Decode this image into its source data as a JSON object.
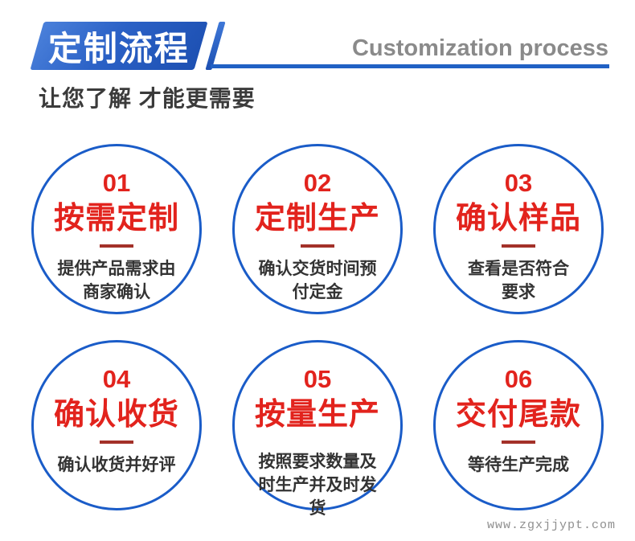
{
  "header": {
    "title": "定制流程",
    "subtitle_en": "Customization process",
    "tagline": "让您了解 才能更需要"
  },
  "steps": [
    {
      "number": "01",
      "title": "按需定制",
      "desc": "提供产品需求由商家确认"
    },
    {
      "number": "02",
      "title": "定制生产",
      "desc": "确认交货时间预付定金"
    },
    {
      "number": "03",
      "title": "确认样品",
      "desc": "查看是否符合要求"
    },
    {
      "number": "04",
      "title": "确认收货",
      "desc": "确认收货并好评"
    },
    {
      "number": "05",
      "title": "按量生产",
      "desc": "按照要求数量及时生产并及时发货"
    },
    {
      "number": "06",
      "title": "交付尾款",
      "desc": "等待生产完成"
    }
  ],
  "watermark": "www.zgxjjypt.com",
  "colors": {
    "banner_blue_light": "#4a80da",
    "banner_blue_dark": "#1d50b2",
    "line_blue": "#2161c4",
    "circle_border_blue": "#1a5cc8",
    "accent_red": "#e2231d",
    "divider_red": "#a33129",
    "text_dark": "#333333",
    "gray_text": "#8a8a8a"
  }
}
